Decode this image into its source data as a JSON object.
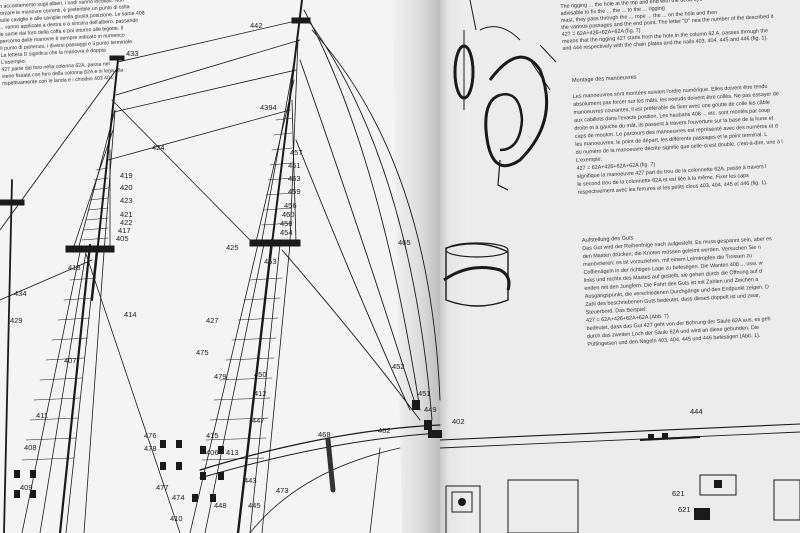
{
  "left_page": {
    "it_lines": [
      "in accostamento sugli alberi, i nodi vanno incollati. Non",
      "forzare le manovre correnti, è preferibile un punto di colla",
      "sulle caviglie e alle caviglie nella giusta posizione. Le sartie 408",
      "... vanno applicate a destra e a sinistra dell'albero, passando",
      "le sartie dal foro della coffa e poi intorno alle bigotte. Il",
      "percorso delle manovre è sempre indicato in numerico",
      "il punto di partenza, i diversi passaggi e il punto terminale.",
      "La lettera D significa che la manovra è doppia",
      "L'esempio:",
      "427 parte dal foro nella colonna 62A, passa nel",
      "viene fissata con foro della colonna 62A e si lega alla",
      "rispettivamente con le landa e i chiodini 403 404"
    ]
  },
  "right_page": {
    "en_lines": [
      "The rigging ... the hole at the top and end with the dead eye",
      "advisable to fix the ... the ... to the ... rigging",
      "mast, they pass through the ... rope ... the ... on the hole and then",
      "the various passages and the end point. The letter \"D\" nea the number of the described it",
      "427 = 62A+426+62A+62A (fig. 7)",
      "means that the rigging 427 starts from the hole in the column 62 A, passes through the",
      "and 444 respectively with the chain plates and the nails 403, 404, 445 and 446 (fig. 1)."
    ],
    "fr_title": "Montage des manoeuvres",
    "fr_lines": [
      "Les manoeuvres sont montées suivant l'ordre numérique. Elles doivent être tendu",
      "absolument pas forcer sur les mâts, les noeuds doivent être collés. Ne pas essayer de",
      "manoeuvres courantes, il est préférable de fixer avec une goutte de colle les câble",
      "aux cabillots dans l'exacte position. Les haubans 408 ... etc. sont montés par coup",
      "droite et à gauche du mât, ils passent à travers l'ouverture sur la base de la hune et",
      "caps de mouton. Le parcours des manoeuvres est représenté avec des numéros et d",
      "les manoeuvres, le point de départ, les différents passages et le point terminal. L",
      "du numéro de la manoeuvre décrite signifie que celle-ci est double, c'est-à-dire, une à l",
      "L'exemple:",
      "427 = 62A+426+62A+62A (fig. 7)",
      "signifique la manoeuvre 427 part du trou de la colonnette 62A, passe à travers l",
      "le second trou de la colonnette 62A et est liée à la même. Fixer les caps",
      "respectivement avec les ferrures et les petits clous 403, 404, 445 et 446 (fig. 1)."
    ],
    "de_title": "Aufstellung des Guts",
    "de_lines": [
      "Das Gut wird der Reihenfolge nach aufgestellt. Es muss gespannt sein, aber es",
      "den Masten drücken; die Knoten müssen geleimt werden. Versuchen Sie n",
      "manövrieren; es ist vorzuziehen, mit einem Leimtropfen die Trossen zu",
      "Coffienägeln in der richtigen Lage zu befestigen. Die Wanten 408 ... usw. w",
      "links und rechts des Mastes auf gestellt, sie gehen durch die Öffnung auf d",
      "enden mit den Jungfern. Die Fahrt des Guts ist mit Zahlen und Zeichen a",
      "Ausgangspunkt, die verschiedenen Durchgänge und den Endpunkt zeigen. D",
      "Zahl des beschriebenen Guts bedeutet, dass dieses doppelt ist und zwar,",
      "Steuerbord. Das Beispiel:",
      "427 = 62A+426+62A+62A (Abb. 7)",
      "bedeutet, dass das Gut 427 geht von der Bohrung der Säule 62A aus, es geh",
      "durch das zweiten Loch der Säule 62A und wird an diese gebunden. Die",
      "Püttingeisen und den Nägeln 403, 404, 445 und 446 befestigen (Abb. 1)."
    ]
  },
  "drawing_labels": {
    "l442": "442",
    "l433": "433",
    "l4394": "4394",
    "l424": "424",
    "l457": "457",
    "l461": "461",
    "l463": "463",
    "l459": "459",
    "l419": "419",
    "l420": "420",
    "l423": "423",
    "l421": "421",
    "l422": "422",
    "l417": "417",
    "l405": "405",
    "l418": "418",
    "l456": "456",
    "l460": "460",
    "l458": "458",
    "l454": "454",
    "l455": "455",
    "l425": "425",
    "l453": "453",
    "l465": "465",
    "l434": "434",
    "l429": "429",
    "l407": "407",
    "l414": "414",
    "l427": "427",
    "l475": "475",
    "l479": "479",
    "l450": "450",
    "l412": "412",
    "l452": "452",
    "l451": "451",
    "l449": "449",
    "l447": "447",
    "l411": "411",
    "l476": "476",
    "l478": "478",
    "l415": "415",
    "l413": "413",
    "l406": "406",
    "l408": "408",
    "l443": "443",
    "l477": "477",
    "l474": "474",
    "l410": "410",
    "l409": "409",
    "l445": "445",
    "l448": "448",
    "l473": "473",
    "l468": "468",
    "l462": "462",
    "l402": "402",
    "l444": "444",
    "l621": "621",
    "l621b": "621"
  },
  "colors": {
    "paper_left": "#f4f4f4",
    "paper_right": "#ececec",
    "ink": "#1a1a1a",
    "background": "#d9d9d9"
  }
}
